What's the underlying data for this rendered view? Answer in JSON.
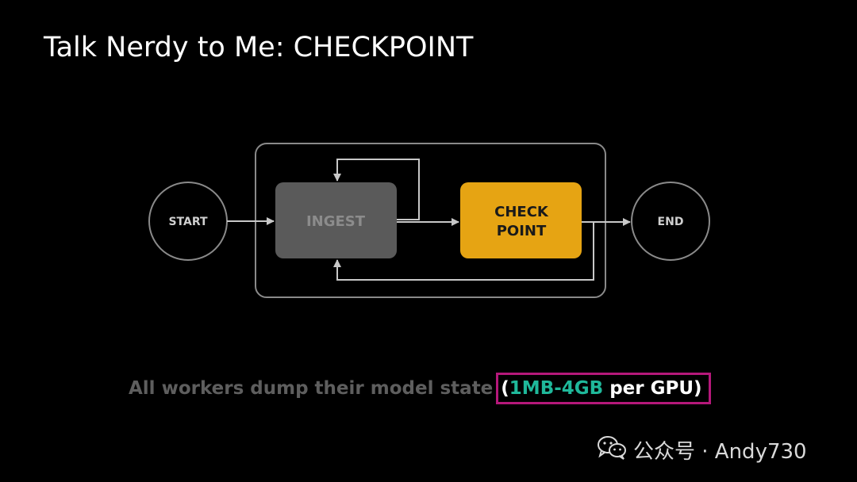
{
  "title": "Talk Nerdy to Me: CHECKPOINT",
  "diagram": {
    "start_label": "START",
    "ingest_label": "INGEST",
    "checkpoint_line1": "CHECK",
    "checkpoint_line2": "POINT",
    "end_label": "END"
  },
  "caption": {
    "prefix": "All workers dump their model state",
    "open_paren": "(",
    "size_range": "1MB-4GB",
    "suffix": " per GPU)"
  },
  "watermark": {
    "text": "公众号 · Andy730",
    "icon": "wechat-icon"
  },
  "colors": {
    "background": "#000000",
    "ingest_fill": "#5a5a5a",
    "checkpoint_fill": "#e6a413",
    "accent_green": "#1fb89a",
    "highlight_border": "#b5187a"
  }
}
